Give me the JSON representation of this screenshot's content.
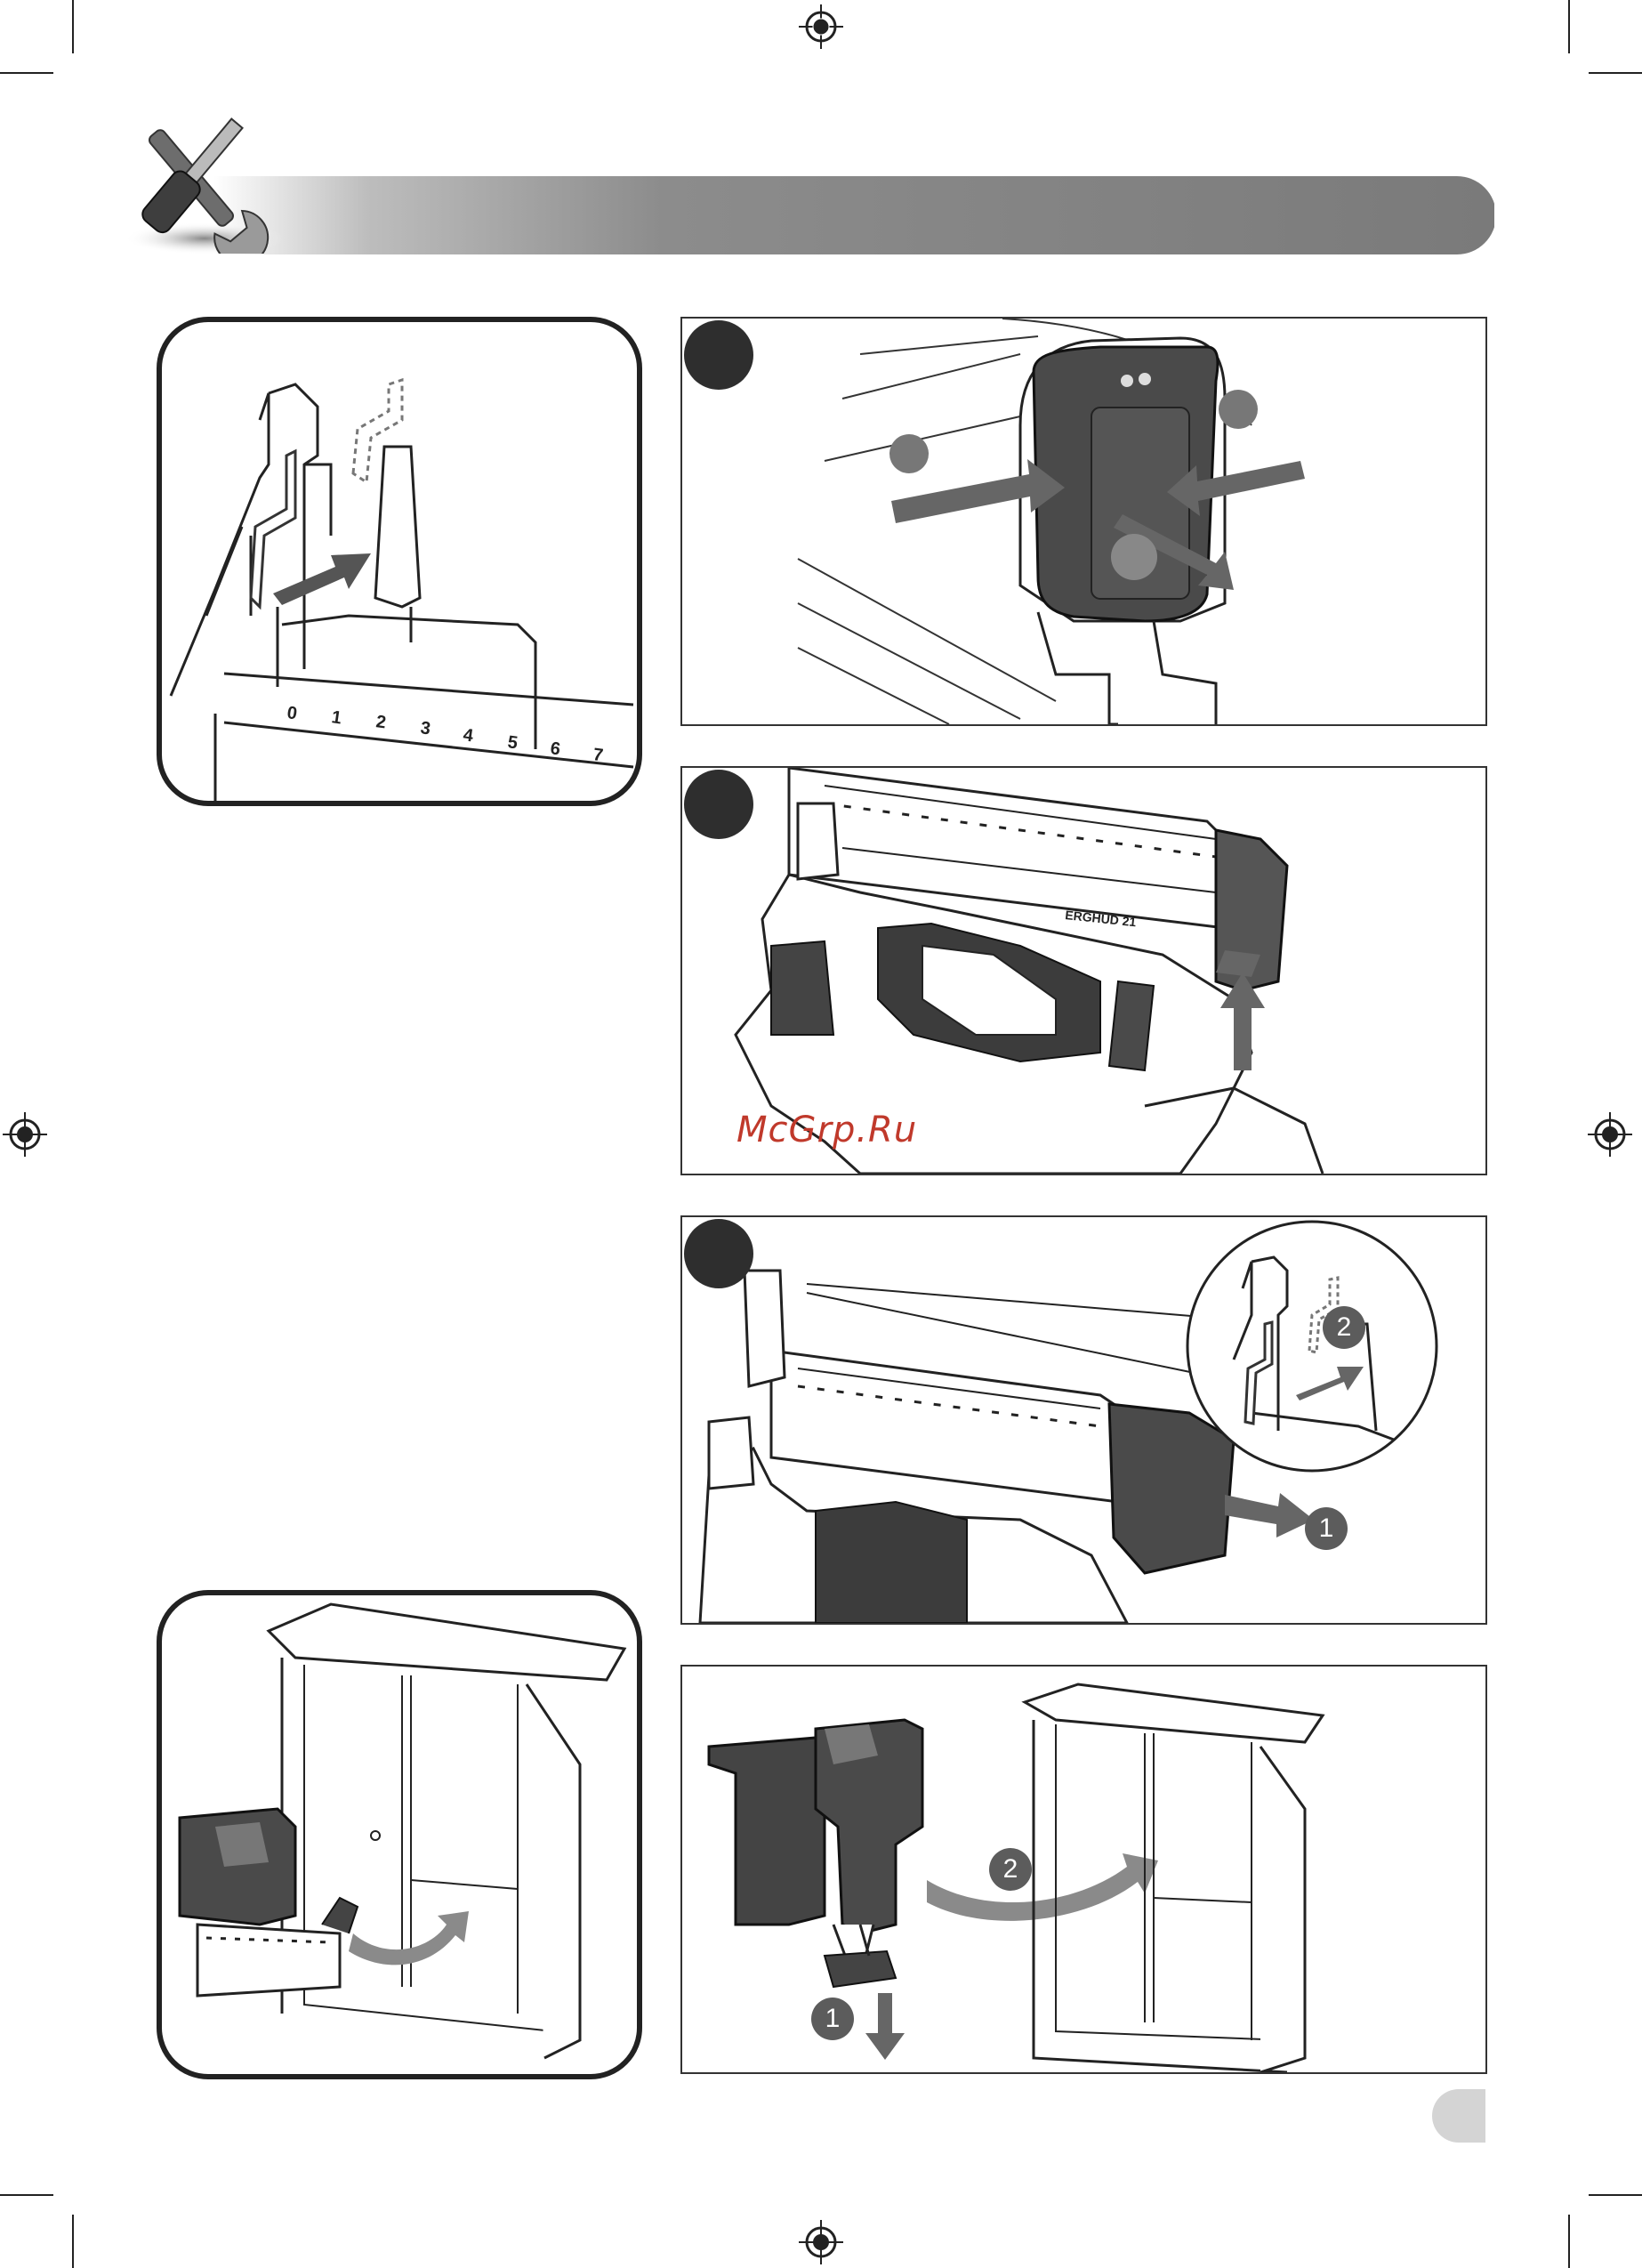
{
  "header": {
    "icon": "tools-icon",
    "bar_color": "#8a8a8a"
  },
  "watermark": {
    "text": "McGrp.Ru"
  },
  "panels": {
    "detail_top_left": {
      "scale_labels": [
        "0",
        "1",
        "2",
        "3",
        "4",
        "5",
        "6",
        "7"
      ]
    },
    "step_a": {
      "icon": "battery-release-icon"
    },
    "step_b": {
      "icon": "magazine-lift-icon"
    },
    "step_c": {
      "callouts": [
        "1",
        "2"
      ]
    },
    "step_d": {
      "callouts": [
        "1",
        "2"
      ]
    },
    "cabinet_left": {
      "icon": "cabinet-icon"
    }
  },
  "magazine_label": "ERGHUD 21"
}
